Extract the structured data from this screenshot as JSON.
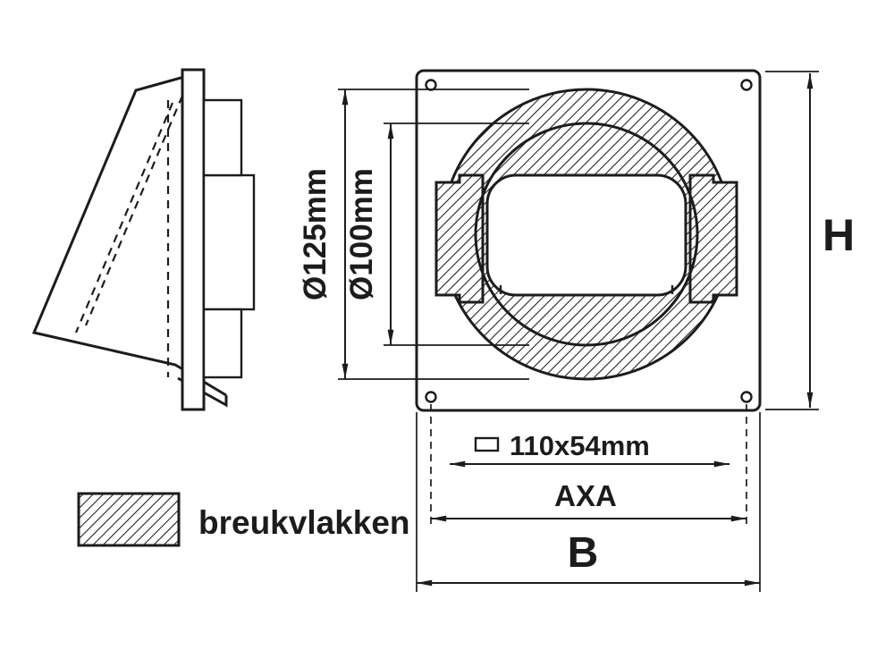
{
  "page": {
    "background": "#ffffff",
    "line_color": "#1c1c1c",
    "hatch_style": "diagonal-45"
  },
  "front_view": {
    "dim_outer_diameter": "Ø125mm",
    "dim_inner_diameter": "Ø100mm",
    "dim_height": "H",
    "dim_rect_opening": "110x54mm",
    "dim_hole_spacing": "AXA",
    "dim_width": "B"
  },
  "legend": {
    "label": "breukvlakken",
    "swatch": "diagonal-hatch"
  }
}
